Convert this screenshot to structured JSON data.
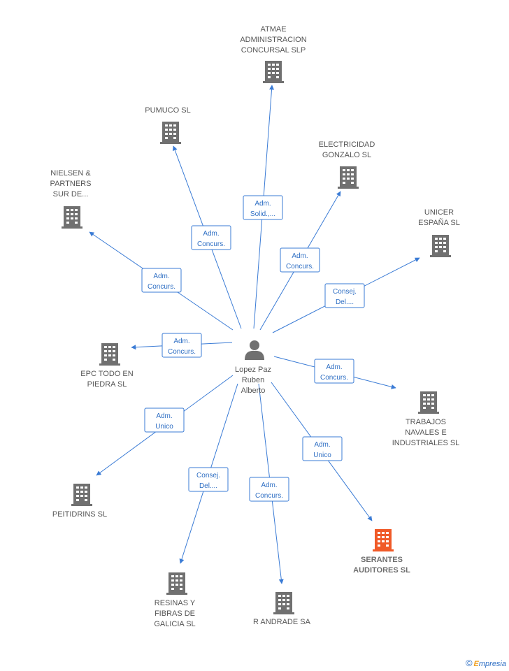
{
  "center": {
    "lines": [
      "Lopez Paz",
      "Ruben",
      "Alberto"
    ]
  },
  "nodes": [
    {
      "id": "atmae",
      "lines": [
        "ATMAE",
        "ADMINISTRACION",
        "CONCURSAL SLP"
      ],
      "role": [
        "Adm.",
        "Solid.,..."
      ],
      "highlight": false
    },
    {
      "id": "pumuco",
      "lines": [
        "PUMUCO SL"
      ],
      "role": [
        "Adm.",
        "Concurs."
      ],
      "highlight": false
    },
    {
      "id": "electricidad",
      "lines": [
        "ELECTRICIDAD",
        "GONZALO SL"
      ],
      "role": [
        "Adm.",
        "Concurs."
      ],
      "highlight": false
    },
    {
      "id": "nielsen",
      "lines": [
        "NIELSEN &",
        "PARTNERS",
        "SUR DE..."
      ],
      "role": [
        "Adm.",
        "Concurs."
      ],
      "highlight": false
    },
    {
      "id": "unicer",
      "lines": [
        "UNICER",
        "ESPAÑA SL"
      ],
      "role": [
        "Consej.",
        "Del...."
      ],
      "highlight": false
    },
    {
      "id": "epc",
      "lines": [
        "EPC TODO EN",
        "PIEDRA  SL"
      ],
      "role": [
        "Adm.",
        "Concurs."
      ],
      "highlight": false
    },
    {
      "id": "trabajos",
      "lines": [
        "TRABAJOS",
        "NAVALES E",
        "INDUSTRIALES SL"
      ],
      "role": [
        "Adm.",
        "Concurs."
      ],
      "highlight": false
    },
    {
      "id": "peitidrins",
      "lines": [
        "PEITIDRINS SL"
      ],
      "role": [
        "Adm.",
        "Unico"
      ],
      "highlight": false
    },
    {
      "id": "serantes",
      "lines": [
        "SERANTES",
        "AUDITORES SL"
      ],
      "role": [
        "Adm.",
        "Unico"
      ],
      "highlight": true
    },
    {
      "id": "resinas",
      "lines": [
        "RESINAS Y",
        "FIBRAS DE",
        "GALICIA SL"
      ],
      "role": [
        "Consej.",
        "Del...."
      ],
      "highlight": false
    },
    {
      "id": "randrade",
      "lines": [
        "R ANDRADE SA"
      ],
      "role": [
        "Adm.",
        "Concurs."
      ],
      "highlight": false
    }
  ],
  "colors": {
    "edge": "#3a7bd5",
    "building": "#707070",
    "building_highlight": "#f05a28",
    "person": "#707070"
  },
  "brand": {
    "copyright": "©",
    "initial": "E",
    "rest": "mpresia"
  }
}
